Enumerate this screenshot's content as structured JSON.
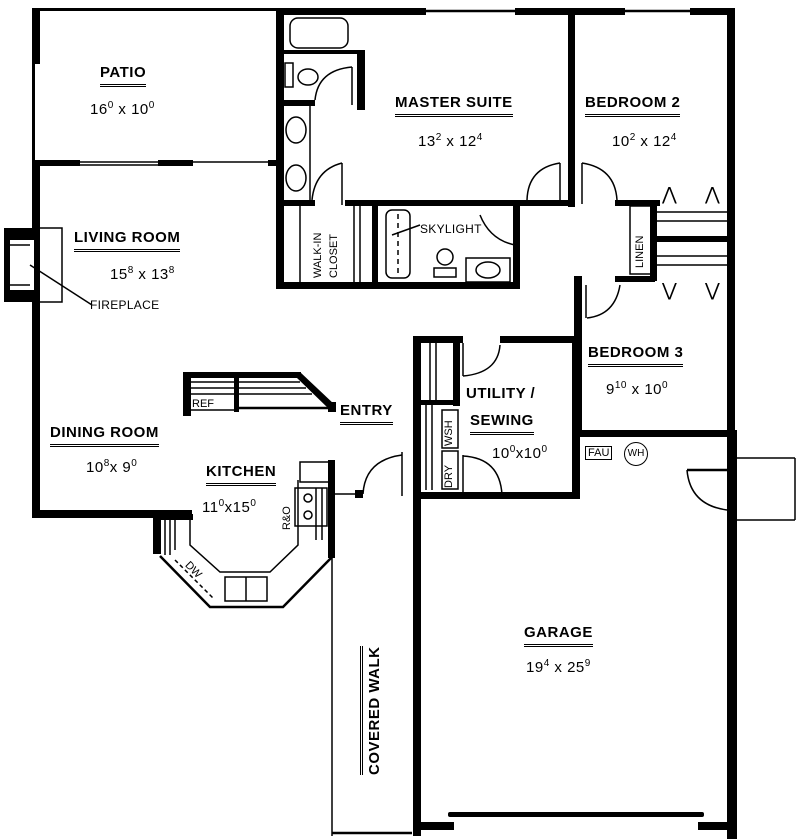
{
  "plan": {
    "rooms": {
      "patio": {
        "name": "PATIO",
        "dim_a": "16",
        "dim_a_sup": "0",
        "sep": " x ",
        "dim_b": "10",
        "dim_b_sup": "0"
      },
      "master_suite": {
        "name": "MASTER SUITE",
        "dim_a": "13",
        "dim_a_sup": "2",
        "sep": " x ",
        "dim_b": "12",
        "dim_b_sup": "4"
      },
      "bedroom_2": {
        "name": "BEDROOM 2",
        "dim_a": "10",
        "dim_a_sup": "2",
        "sep": " x ",
        "dim_b": "12",
        "dim_b_sup": "4"
      },
      "living_room": {
        "name": "LIVING ROOM",
        "dim_a": "15",
        "dim_a_sup": "8",
        "sep": " x ",
        "dim_b": "13",
        "dim_b_sup": "8"
      },
      "bedroom_3": {
        "name": "BEDROOM 3",
        "dim_a": "9",
        "dim_a_sup": "10",
        "sep": " x ",
        "dim_b": "10",
        "dim_b_sup": "0"
      },
      "utility": {
        "name_line1": "UTILITY /",
        "name_line2": "SEWING",
        "dim_a": "10",
        "dim_a_sup": "0",
        "sep": "x",
        "dim_b": "10",
        "dim_b_sup": "0"
      },
      "dining_room": {
        "name": "DINING ROOM",
        "dim_a": "10",
        "dim_a_sup": "8",
        "sep": "x ",
        "dim_b": "9",
        "dim_b_sup": "0"
      },
      "kitchen": {
        "name": "KITCHEN",
        "dim_a": "11",
        "dim_a_sup": "0",
        "sep": "x",
        "dim_b": "15",
        "dim_b_sup": "0"
      },
      "entry": {
        "name": "ENTRY"
      },
      "garage": {
        "name": "GARAGE",
        "dim_a": "19",
        "dim_a_sup": "4",
        "sep": " x ",
        "dim_b": "25",
        "dim_b_sup": "9"
      },
      "covered_walk": {
        "name": "COVERED WALK"
      }
    },
    "annotations": {
      "fireplace": "FIREPLACE",
      "skylight": "SKYLIGHT",
      "walk_in_closet_line1": "WALK-IN",
      "walk_in_closet_line2": "CLOSET",
      "linen": "LINEN",
      "ref": "REF",
      "range_oven": "R&O",
      "dishwasher": "DW",
      "washer": "WSH",
      "dryer": "DRY",
      "furnace": "FAU",
      "water_heater": "WH"
    },
    "colors": {
      "ink": "#000000",
      "paper": "#ffffff"
    }
  }
}
